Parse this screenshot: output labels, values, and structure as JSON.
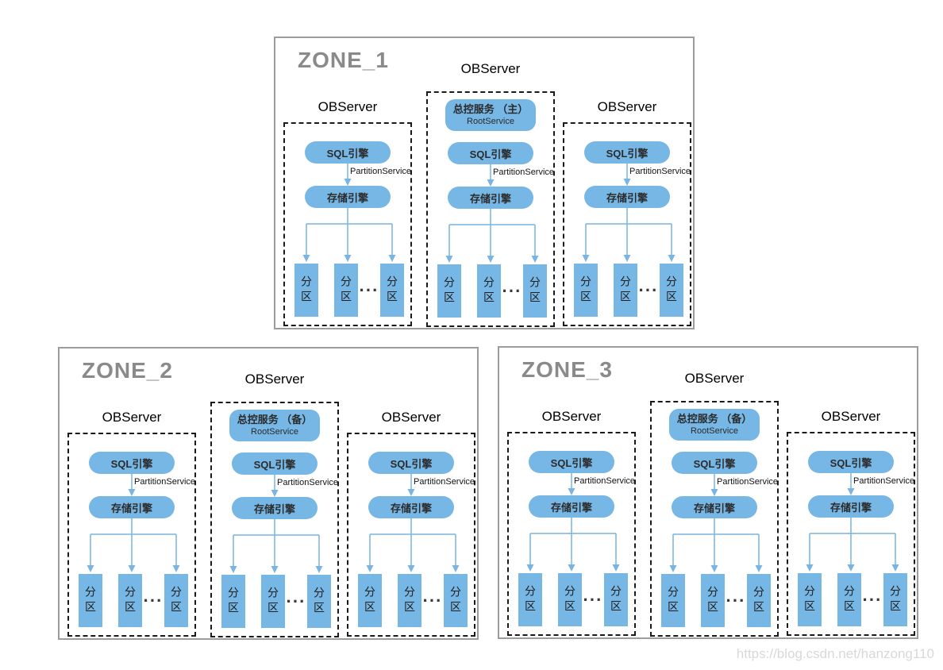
{
  "colors": {
    "box_fill": "#77B7E5",
    "connector": "#79B4E2",
    "zone_border": "#9C9C9C",
    "zone_title": "#8A8A8A",
    "dashed_border": "#1A1A1A",
    "pill_text": "#2B2B2B",
    "watermark": "#D8D8D8"
  },
  "labels": {
    "sql_engine": "SQL引擎",
    "storage_engine": "存储引擎",
    "partition_service": "PartitionService",
    "partition": "分区",
    "dots": "···"
  },
  "watermark_text": "https://blog.csdn.net/hanzong110",
  "zones": [
    {
      "title": "ZONE_1",
      "servers": [
        {
          "title": "OBServer",
          "type": "worker"
        },
        {
          "title": "OBServer",
          "type": "root",
          "root_cn": "总控服务 （主）",
          "root_en": "RootService"
        },
        {
          "title": "OBServer",
          "type": "worker"
        }
      ]
    },
    {
      "title": "ZONE_2",
      "servers": [
        {
          "title": "OBServer",
          "type": "worker"
        },
        {
          "title": "OBServer",
          "type": "root",
          "root_cn": "总控服务 （备）",
          "root_en": "RootService"
        },
        {
          "title": "OBServer",
          "type": "worker"
        }
      ]
    },
    {
      "title": "ZONE_3",
      "servers": [
        {
          "title": "OBServer",
          "type": "worker"
        },
        {
          "title": "OBServer",
          "type": "root",
          "root_cn": "总控服务 （备）",
          "root_en": "RootService"
        },
        {
          "title": "OBServer",
          "type": "worker"
        }
      ]
    }
  ]
}
